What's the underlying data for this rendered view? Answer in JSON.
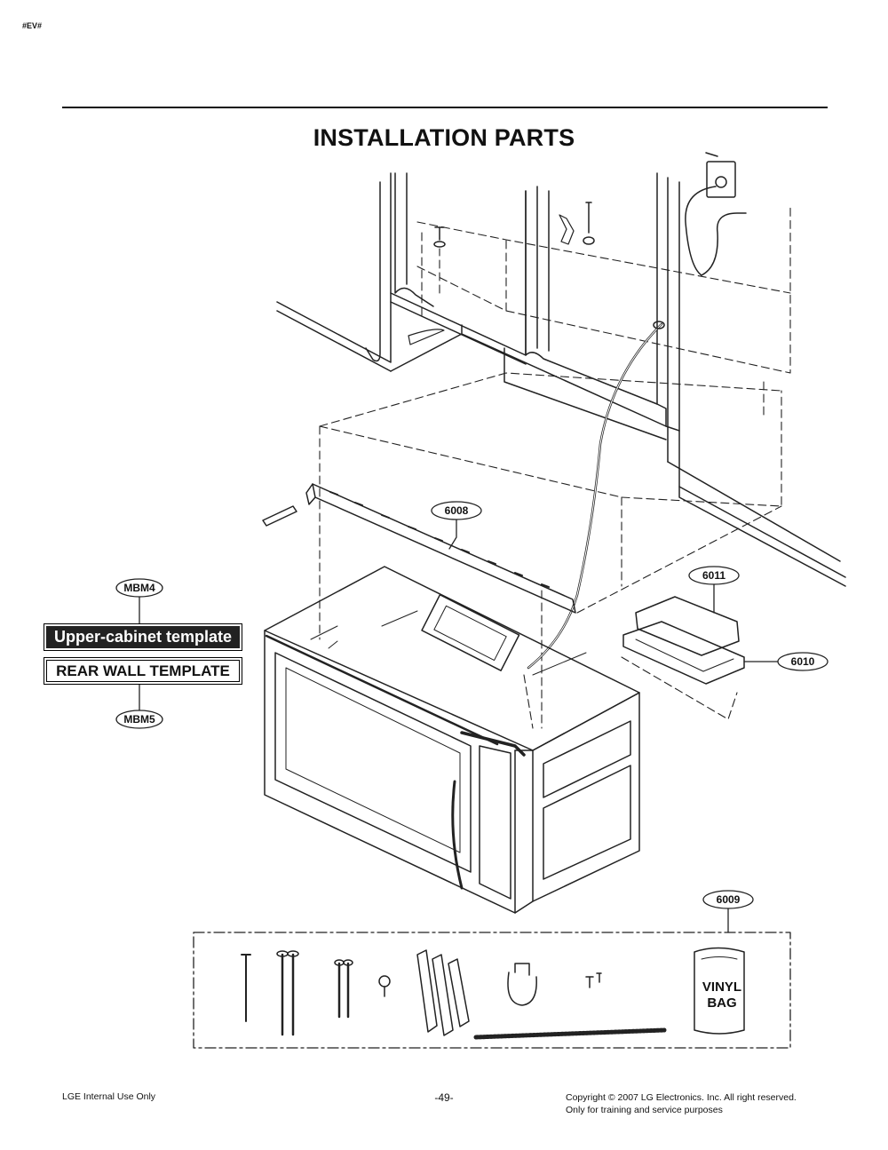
{
  "header": {
    "corner_mark": "#EV#",
    "title": "INSTALLATION PARTS"
  },
  "callouts": [
    {
      "id": "6008"
    },
    {
      "id": "6011"
    },
    {
      "id": "6010"
    },
    {
      "id": "6009"
    },
    {
      "id": "MBM4"
    },
    {
      "id": "MBM5"
    }
  ],
  "templates": {
    "upper_cabinet": "Upper-cabinet template",
    "rear_wall": "REAR WALL TEMPLATE"
  },
  "vinyl_bag": {
    "line1": "VINYL",
    "line2": "BAG"
  },
  "footer": {
    "left": "LGE Internal Use Only",
    "page": "-49-",
    "copyright": "Copyright © 2007 LG Electronics. Inc. All right reserved.",
    "note": "Only for training and service purposes"
  }
}
